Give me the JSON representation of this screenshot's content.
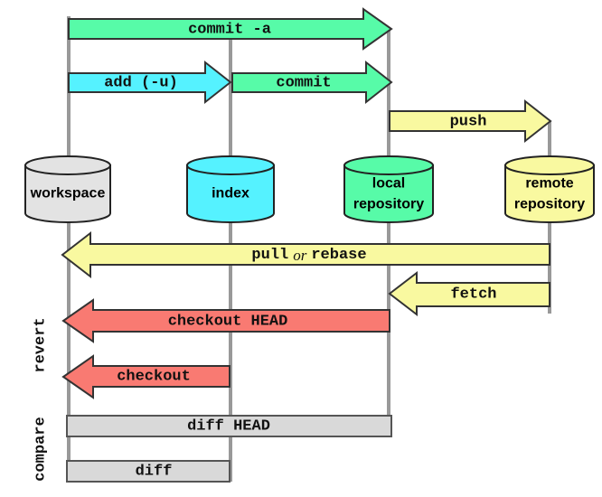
{
  "colors": {
    "green": "#57fba8",
    "cyan": "#55f2ff",
    "yellow": "#f9f9a0",
    "red": "#f97a72",
    "bar_gray": "#d9d9d9",
    "cylinder_gray": "#e3e3e3",
    "line_gray": "#999999"
  },
  "nodes": {
    "workspace": {
      "label": "workspace"
    },
    "index": {
      "label": "index"
    },
    "local": {
      "line1": "local",
      "line2": "repository"
    },
    "remote": {
      "line1": "remote",
      "line2": "repository"
    }
  },
  "arrows": {
    "commit_a": "commit -a",
    "add_u": "add (-u)",
    "commit": "commit",
    "push": "push",
    "pull_rebase": {
      "left": "pull",
      "middle": "or",
      "right": "rebase"
    },
    "fetch": "fetch",
    "checkout_head": "checkout HEAD",
    "checkout": "checkout"
  },
  "bars": {
    "diff_head": "diff HEAD",
    "diff": "diff"
  },
  "side_labels": {
    "revert": "revert",
    "compare": "compare"
  }
}
